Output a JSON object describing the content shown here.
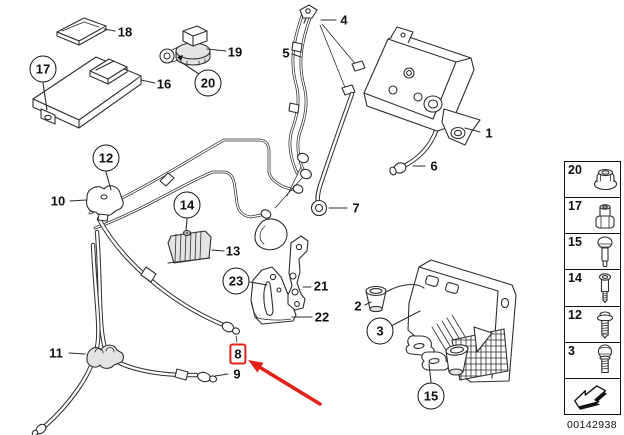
{
  "labels": {
    "l1": "1",
    "l2": "2",
    "l3": "3",
    "l4": "4",
    "l5": "5",
    "l6": "6",
    "l7": "7",
    "l8": "8",
    "l9": "9",
    "l10": "10",
    "l11": "11",
    "l12": "12",
    "l13": "13",
    "l14": "14",
    "l15": "15",
    "l16": "16",
    "l17": "17",
    "l18": "18",
    "l19": "19",
    "l20": "20",
    "l21": "21",
    "l22": "22",
    "l23": "23"
  },
  "highlight": {
    "boxed_label": "8",
    "color": "#e32119"
  },
  "sidebar": {
    "rows": [
      {
        "number": "20",
        "icon": "flange-nut-icon"
      },
      {
        "number": "17",
        "icon": "cap-nut-icon"
      },
      {
        "number": "15",
        "icon": "hex-bolt-icon"
      },
      {
        "number": "14",
        "icon": "shoulder-screw-icon"
      },
      {
        "number": "12",
        "icon": "washer-screw-icon"
      },
      {
        "number": "3",
        "icon": "flange-bolt-icon"
      }
    ],
    "direction_cell_icon": "direction-arrow-icon"
  },
  "footer": {
    "image_number": "00142938"
  }
}
